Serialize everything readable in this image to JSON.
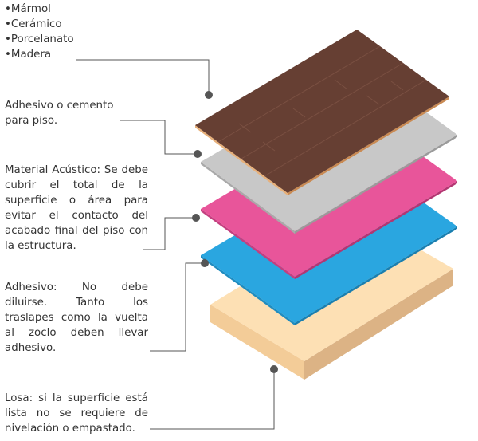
{
  "finish_materials": [
    "•Mármol",
    "•Cerámico",
    "•Porcelanato",
    "•Madera"
  ],
  "layers": {
    "adhesive_cement": "Adhesivo o cemento para piso.",
    "acoustic_material": "Material Acústico: Se debe cubrir el total de la superficie o área para evitar el contacto del acabado final del piso con la estructura.",
    "adhesive": "Adhesivo: No debe diluirse. Tanto los traslapes como la vuelta al zoclo deben llevar adhesivo.",
    "slab": "Losa: si la superficie está lista no se requiere de nivelación o empastado."
  },
  "colors": {
    "wood": "#663f33",
    "wood_seam": "#7a5042",
    "gray_layer": "#c8c8c8",
    "pink_layer": "#e8559a",
    "blue_layer": "#2aa6e0",
    "slab_top": "#fde0b4",
    "slab_side": "#dcb385",
    "leader": "#555555",
    "dot": "#555555"
  }
}
